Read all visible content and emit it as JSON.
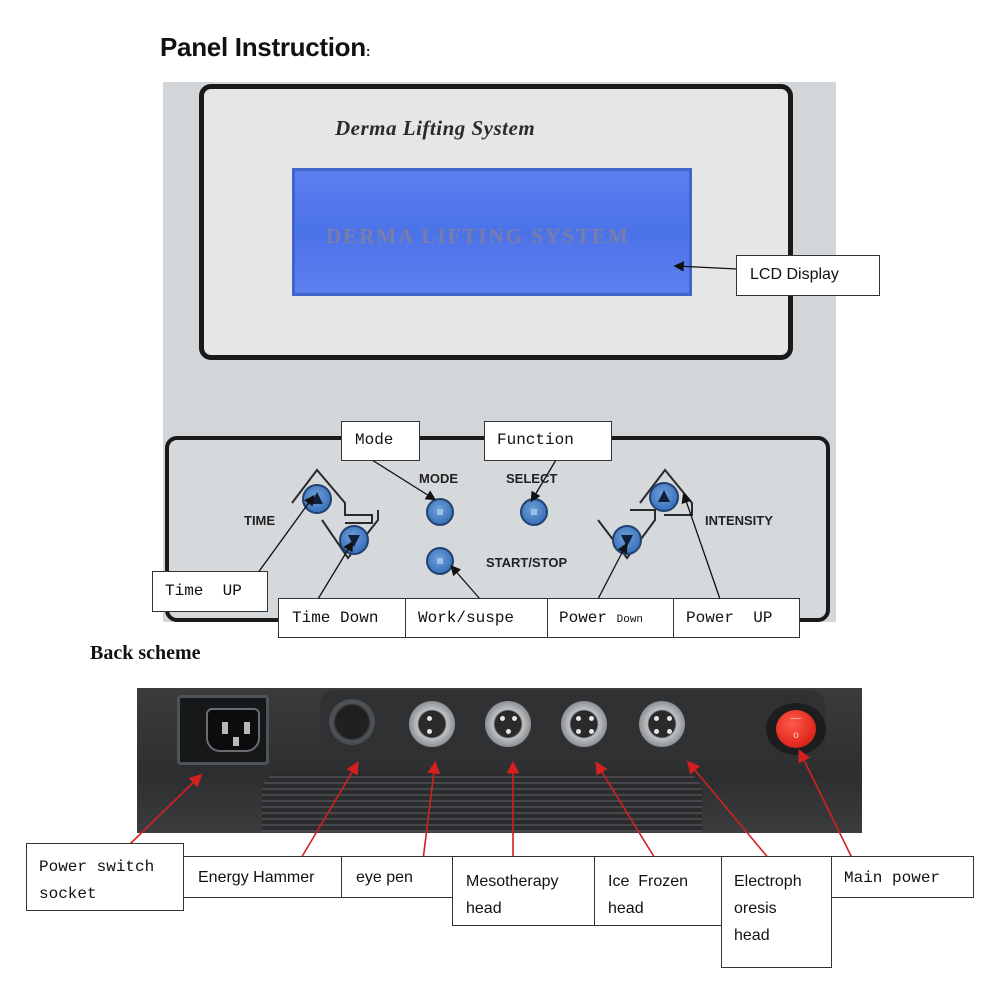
{
  "page": {
    "title": "Panel Instruction",
    "title_colon": ":",
    "back_title": "Back scheme"
  },
  "front_panel": {
    "brand": "Derma Lifting System",
    "lcd_text": "DERMA LIFTING SYSTEM",
    "labels": {
      "time": "TIME",
      "mode": "MODE",
      "select": "SELECT",
      "start_stop": "START/STOP",
      "intensity": "INTENSITY"
    }
  },
  "callouts": {
    "lcd_display": "LCD Display",
    "mode": "Mode",
    "function": "Function",
    "time_up": "Time  UP",
    "time_down": "Time Down",
    "work_suspe": "Work/suspe",
    "power_down_1": "Power",
    "power_down_2": "Down",
    "power_up": "Power  UP"
  },
  "back_callouts": {
    "power_switch_socket_1": "Power switch",
    "power_switch_socket_2": "socket",
    "energy_hammer": "Energy Hammer",
    "eye_pen": "eye pen",
    "mesotherapy_1": "Mesotherapy",
    "mesotherapy_2": "head",
    "ice_frozen_1": "Ice  Frozen",
    "ice_frozen_2": "head",
    "electrophoresis_1": "Electroph",
    "electrophoresis_2": "oresis",
    "electrophoresis_3": "head",
    "main_power": "Main power"
  },
  "switch": {
    "mark_on": "—",
    "mark_off": "o"
  },
  "colors": {
    "lcd_blue": "#4c72e8",
    "button_blue": "#3d74be",
    "panel_gray": "#d3d6d8",
    "arrow_red": "#d42020",
    "rocker_red": "#e42d20"
  }
}
